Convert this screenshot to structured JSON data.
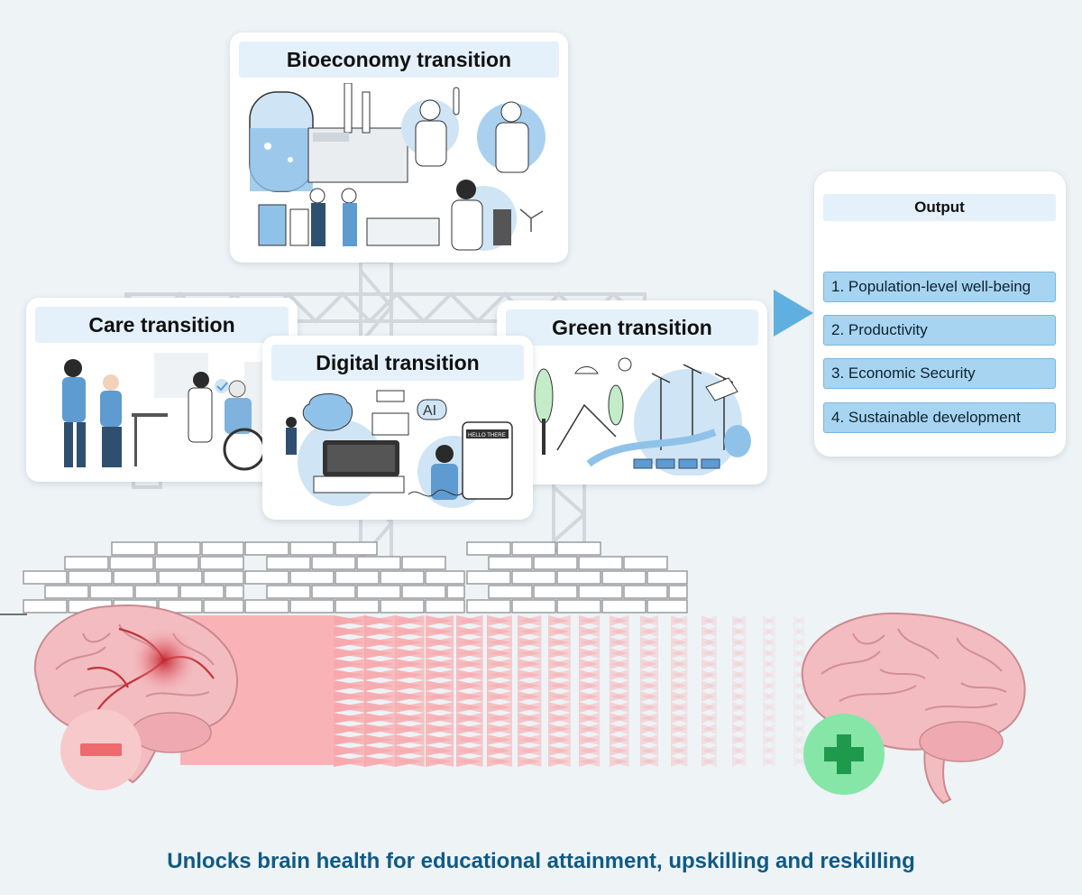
{
  "cards": {
    "bioeconomy": {
      "title": "Bioeconomy transition"
    },
    "care": {
      "title": "Care transition"
    },
    "digital": {
      "title": "Digital transition",
      "ai_label": "AI",
      "chat_label": "HELLO THERE"
    },
    "green": {
      "title": "Green transition"
    }
  },
  "output": {
    "title": "Output",
    "items": [
      "1. Population-level well-being",
      "2. Productivity",
      "3. Economic Security",
      "4. Sustainable development"
    ]
  },
  "caption": "Unlocks brain health for educational attainment, upskilling and reskilling",
  "colors": {
    "background": "#eef3f6",
    "card_title_bg": "#e4f1fa",
    "output_item_bg": "#a7d4f0",
    "arrow": "#5fb0e0",
    "gradient_pink": "#f7a6aa",
    "minus_circle": "#f7c9cb",
    "minus_bar": "#ef6a6f",
    "plus_circle": "#86e6a8",
    "plus_sign": "#1f9a4c",
    "caption": "#0f5a86"
  },
  "icons": [
    "minus-icon",
    "plus-icon",
    "arrow-right-icon",
    "brain-icon"
  ]
}
